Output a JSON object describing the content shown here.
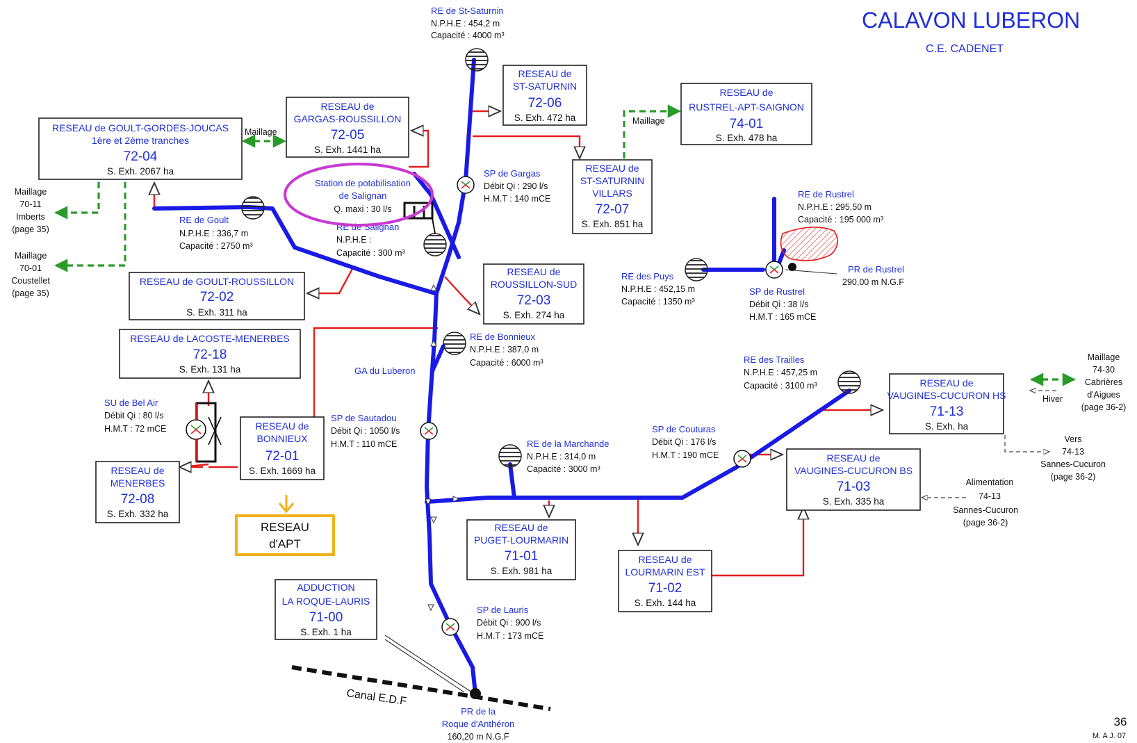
{
  "header": {
    "title": "CALAVON LUBERON",
    "subtitle": "C.E. CADENET"
  },
  "footer": {
    "page": "36",
    "maj": "M. A J. 07"
  },
  "networks": {
    "goult_gordes": {
      "name1": "RESEAU de GOULT-GORDES-JOUCAS",
      "name2": "1ère et 2ème tranches",
      "code": "72-04",
      "surface": "S. Exh. 2067 ha"
    },
    "gargas": {
      "name1": "RESEAU de",
      "name2": "GARGAS-ROUSSILLON",
      "code": "72-05",
      "surface": "S. Exh. 1441 ha"
    },
    "st_saturnin": {
      "name1": "RESEAU de",
      "name2": "ST-SATURNIN",
      "code": "72-06",
      "surface": "S. Exh. 472 ha"
    },
    "st_saturnin_villars": {
      "name1": "RESEAU de",
      "name2": "ST-SATURNIN",
      "name3": "VILLARS",
      "code": "72-07",
      "surface": "S. Exh. 851 ha"
    },
    "rustrel": {
      "name1": "RESEAU de",
      "name2": "RUSTREL-APT-SAIGNON",
      "code": "74-01",
      "surface": "S. Exh. 478 ha"
    },
    "goult_roussillon": {
      "name1": "RESEAU de GOULT-ROUSSILLON",
      "code": "72-02",
      "surface": "S. Exh. 311 ha"
    },
    "roussillon_sud": {
      "name1": "RESEAU de",
      "name2": "ROUSSILLON-SUD",
      "code": "72-03",
      "surface": "S. Exh. 274 ha"
    },
    "lacoste": {
      "name1": "RESEAU de LACOSTE-MENERBES",
      "code": "72-18",
      "surface": "S. Exh. 131 ha"
    },
    "bonnieux": {
      "name1": "RESEAU de",
      "name2": "BONNIEUX",
      "code": "72-01",
      "surface": "S. Exh. 1669 ha"
    },
    "menerbes": {
      "name1": "RESEAU de",
      "name2": "MENERBES",
      "code": "72-08",
      "surface": "S. Exh. 332 ha"
    },
    "puget": {
      "name1": "RESEAU de",
      "name2": "PUGET-LOURMARIN",
      "code": "71-01",
      "surface": "S. Exh. 981 ha"
    },
    "lourmarin_est": {
      "name1": "RESEAU de",
      "name2": "LOURMARIN EST",
      "code": "71-02",
      "surface": "S. Exh. 144 ha"
    },
    "adduction": {
      "name1": "ADDUCTION",
      "name2": "LA ROQUE-LAURIS",
      "code": "71-00",
      "surface": "S. Exh. 1 ha"
    },
    "vaugines_hs": {
      "name1": "RESEAU de",
      "name2": "VAUGINES-CUCURON HS",
      "code": "71-13",
      "surface": "S. Exh.  ha"
    },
    "vaugines_bs": {
      "name1": "RESEAU de",
      "name2": "VAUGINES-CUCURON BS",
      "code": "71-03",
      "surface": "S. Exh. 335 ha"
    },
    "apt": {
      "name1": "RESEAU",
      "name2": "d'APT"
    }
  },
  "reservoirs": {
    "st_saturnin": {
      "name": "RE de St-Saturnin",
      "nphe": "N.P.H.E : 454,2 m",
      "cap": "Capacité : 4000 m³"
    },
    "goult": {
      "name": "RE de Goult",
      "nphe": "N.P.H.E : 336,7 m",
      "cap": "Capacité : 2750 m³"
    },
    "salignan": {
      "name": "RE de Salignan",
      "nphe": "N.P.H.E :",
      "cap": "Capacité : 300 m³"
    },
    "rustrel": {
      "name": "RE de Rustrel",
      "nphe": "N.P.H.E : 295,50 m",
      "cap": "Capacité : 195 000 m³"
    },
    "puys": {
      "name": "RE des Puys",
      "nphe": "N.P.H.E : 452,15 m",
      "cap": "Capacité : 1350 m³"
    },
    "bonnieux": {
      "name": "RE de Bonnieux",
      "nphe": "N.P.H.E : 387,0 m",
      "cap": "Capacité : 6000 m³"
    },
    "trailles": {
      "name": "RE des Trailles",
      "nphe": "N.P.H.E : 457,25 m",
      "cap": "Capacité : 3100 m³"
    },
    "marchande": {
      "name": "RE de la Marchande",
      "nphe": "N.P.H.E : 314,0 m",
      "cap": "Capacité : 3000 m³"
    }
  },
  "stations": {
    "gargas": {
      "name": "SP de Gargas",
      "debit": "Débit Qi : 290 l/s",
      "hmt": "H.M.T : 140 mCE"
    },
    "rustrel": {
      "name": "SP de Rustrel",
      "debit": "Débit Qi : 38 l/s",
      "hmt": "H.M.T : 165 mCE"
    },
    "belair": {
      "name": "SU de Bel Air",
      "debit": "Débit Qi : 80 l/s",
      "hmt": "H.M.T : 72 mCE"
    },
    "sautadou": {
      "name": "SP de Sautadou",
      "debit": "Débit Qi : 1050 l/s",
      "hmt": "H.M.T : 110 mCE"
    },
    "couturas": {
      "name": "SP de Couturas",
      "debit": "Débit Qi : 176 l/s",
      "hmt": "H.M.T : 190 mCE"
    },
    "lauris": {
      "name": "SP de Lauris",
      "debit": "Débit Qi : 900 l/s",
      "hmt": "H.M.T : 173 mCE"
    }
  },
  "potabilisation": {
    "line1": "Station de potabilisation",
    "line2": "de Salignan",
    "line3": "Q. maxi : 30 l/s"
  },
  "pr_rustrel": {
    "name": "PR de Rustrel",
    "ngf": "290,00 m N.G.F"
  },
  "pr_roque": {
    "line1": "PR de la",
    "line2": "Roque d'Anthéron",
    "ngf": "160,20 m N.G.F"
  },
  "canal": "Canal E.D.F",
  "ga_luberon": "GA du Luberon",
  "links": {
    "maillage": "Maillage",
    "imberts": [
      "Maillage",
      "70-11",
      "Imberts",
      "(page 35)"
    ],
    "coustellet": [
      "Maillage",
      "70-01",
      "Coustellet",
      "(page 35)"
    ],
    "cabrieres": [
      "Maillage",
      "74-30",
      "Cabrières",
      "d'Aigues",
      "(page 36-2)"
    ],
    "hiver": "Hiver",
    "vers": [
      "Vers",
      "74-13",
      "Sannes-Cucuron",
      "(page 36-2)"
    ],
    "alimentation": [
      "Alimentation",
      "74-13",
      "Sannes-Cucuron",
      "(page 36-2)"
    ]
  },
  "colors": {
    "pipe": "#1a1ae6",
    "branch": "#e51c1c",
    "maillage": "#2a9a2a",
    "label": "#1f2fd8",
    "highlight_ellipse": "#c83ad0",
    "apt_box": "#f2b21b"
  }
}
